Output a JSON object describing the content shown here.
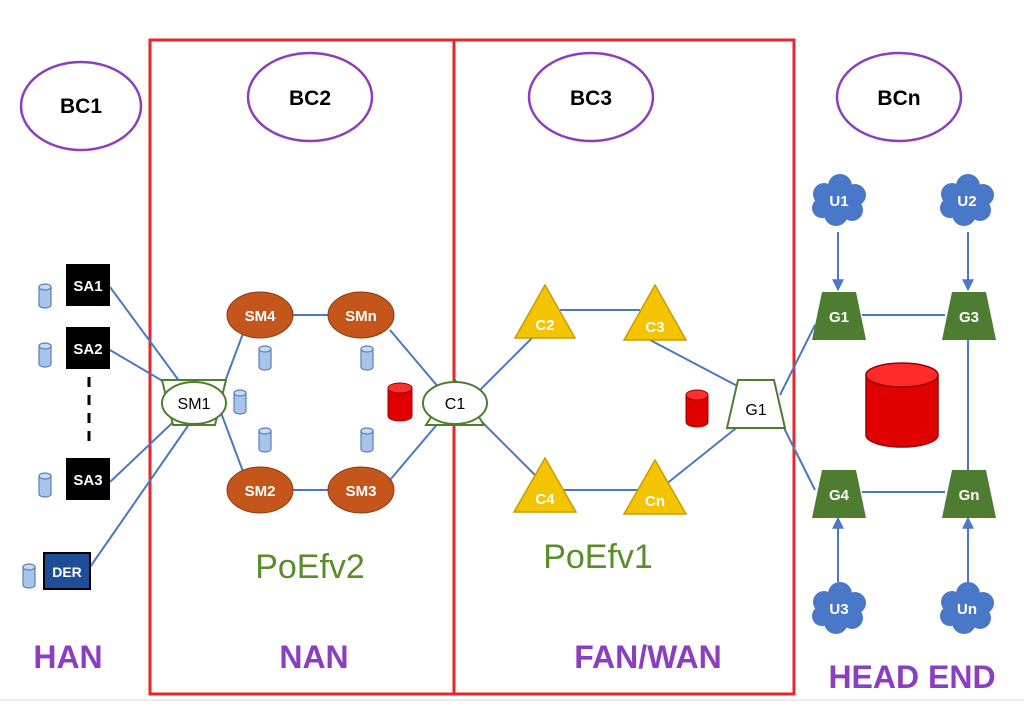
{
  "blockchains": {
    "bc1": "BC1",
    "bc2": "BC2",
    "bc3": "BC3",
    "bcn": "BCn"
  },
  "smart_appliances": {
    "sa1": "SA1",
    "sa2": "SA2",
    "sa3": "SA3",
    "der": "DER"
  },
  "smart_meters": {
    "sm1": "SM1",
    "sm2": "SM2",
    "sm3": "SM3",
    "sm4": "SM4",
    "smn": "SMn"
  },
  "collectors": {
    "c1": "C1",
    "c2": "C2",
    "c3": "C3",
    "c4": "C4",
    "cn": "Cn"
  },
  "gateways": {
    "g1_fan": "G1",
    "g1": "G1",
    "g3": "G3",
    "g4": "G4",
    "gn": "Gn"
  },
  "utilities": {
    "u1": "U1",
    "u2": "U2",
    "u3": "U3",
    "un": "Un"
  },
  "consensus": {
    "nan": "PoEfv2",
    "fan": "PoEfv1"
  },
  "zones": {
    "han": "HAN",
    "nan": "NAN",
    "fan": "FAN/WAN",
    "head": "HEAD END"
  },
  "colors": {
    "zone_border": "#e5262b",
    "blockchain_ellipse": "#8b3fc0",
    "zone_text": "#8b3fc0",
    "consensus_text": "#5b8c2a",
    "link": "#4a78c2",
    "smart_meter": "#c4561b",
    "collector": "#f5c400",
    "gateway": "#4e7d32",
    "utility_cloud": "#4a78c9",
    "database_red": "#e00000",
    "database_blue": "#a9c4ea",
    "appliance": "#000000",
    "der": "#1f4e99"
  }
}
